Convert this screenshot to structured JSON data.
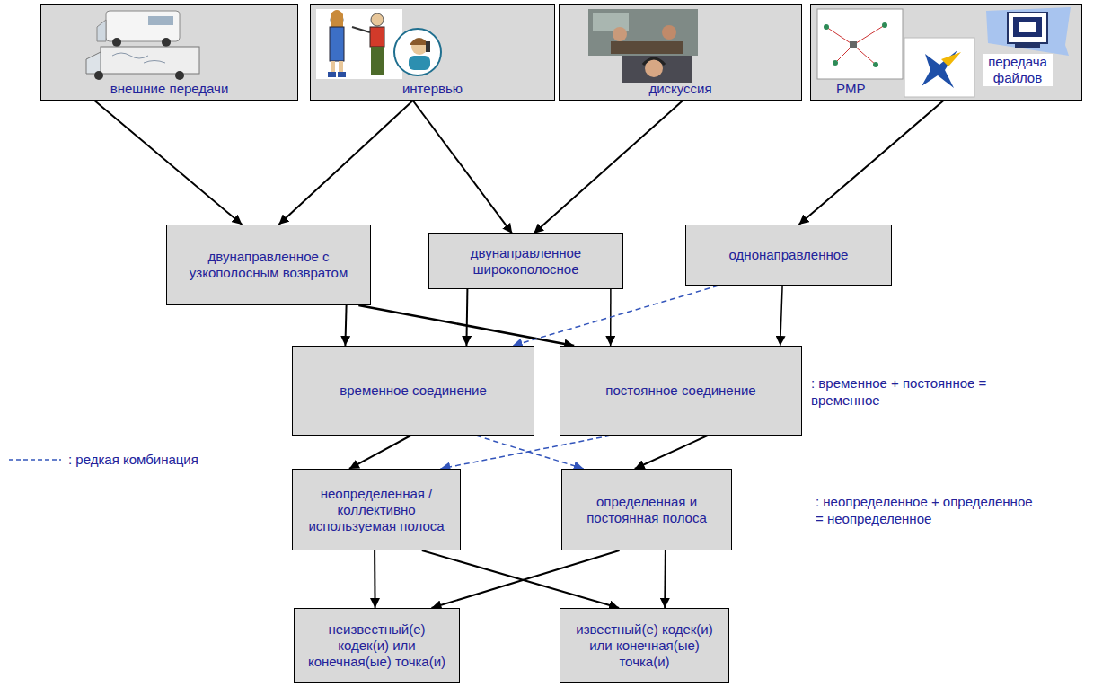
{
  "diagram": {
    "nodes": [
      {
        "text": [
          "внешние передачи"
        ]
      },
      {
        "text": [
          "интервью"
        ]
      },
      {
        "text": [
          "дискуссия"
        ]
      },
      {
        "text": [
          "PMP",
          "передача файлов"
        ]
      },
      {
        "text": [
          "двунаправленное с узкополосным возвратом"
        ]
      },
      {
        "text": [
          "двунаправленное широкополосное"
        ]
      },
      {
        "text": [
          "однонаправленное"
        ]
      },
      {
        "text": [
          "временное соединение"
        ]
      },
      {
        "text": [
          "постоянное соединение"
        ]
      },
      {
        "text": [
          "неопределенная / коллективно используемая полоса"
        ]
      },
      {
        "text": [
          "определенная и постоянная полоса"
        ]
      },
      {
        "text": [
          "неизвестный(е) кодек(и) или конечная(ые) точка(и)"
        ]
      },
      {
        "text": [
          "известный(е) кодек(и) или конечная(ые) точка(и)"
        ]
      }
    ],
    "edges": [
      {
        "from": 0,
        "to": 4,
        "arrow": "to"
      },
      {
        "from": 1,
        "to": 4,
        "arrow": "to"
      },
      {
        "from": 1,
        "to": 5,
        "arrow": "to"
      },
      {
        "from": 2,
        "to": 5,
        "arrow": "to"
      },
      {
        "from": 3,
        "to": 6,
        "arrow": "to"
      },
      {
        "from": 4,
        "to": 7,
        "arrow": "to"
      },
      {
        "from": 4,
        "to": 8,
        "arrow": "to"
      },
      {
        "from": 5,
        "to": 7,
        "arrow": "to"
      },
      {
        "from": 5,
        "to": 8,
        "arrow": "to"
      },
      {
        "from": 6,
        "to": 7,
        "arrow": "to"
      },
      {
        "from": 6,
        "to": 8,
        "arrow": "to"
      },
      {
        "from": 7,
        "to": 9,
        "arrow": "to"
      },
      {
        "from": 7,
        "to": 10,
        "arrow": "to"
      },
      {
        "from": 8,
        "to": 9,
        "arrow": "to"
      },
      {
        "from": 8,
        "to": 10,
        "arrow": "to"
      },
      {
        "from": 9,
        "to": 11,
        "arrow": "to"
      },
      {
        "from": 9,
        "to": 12,
        "arrow": "to"
      },
      {
        "from": 10,
        "to": 11,
        "arrow": "to"
      },
      {
        "from": 10,
        "to": 12,
        "arrow": "to"
      }
    ],
    "labels": [
      ": временное + постоянное = временное",
      ": неопределенное + определенное = неопределенное"
    ],
    "legend": [
      {
        "text": ": редкая комбинация"
      }
    ]
  }
}
